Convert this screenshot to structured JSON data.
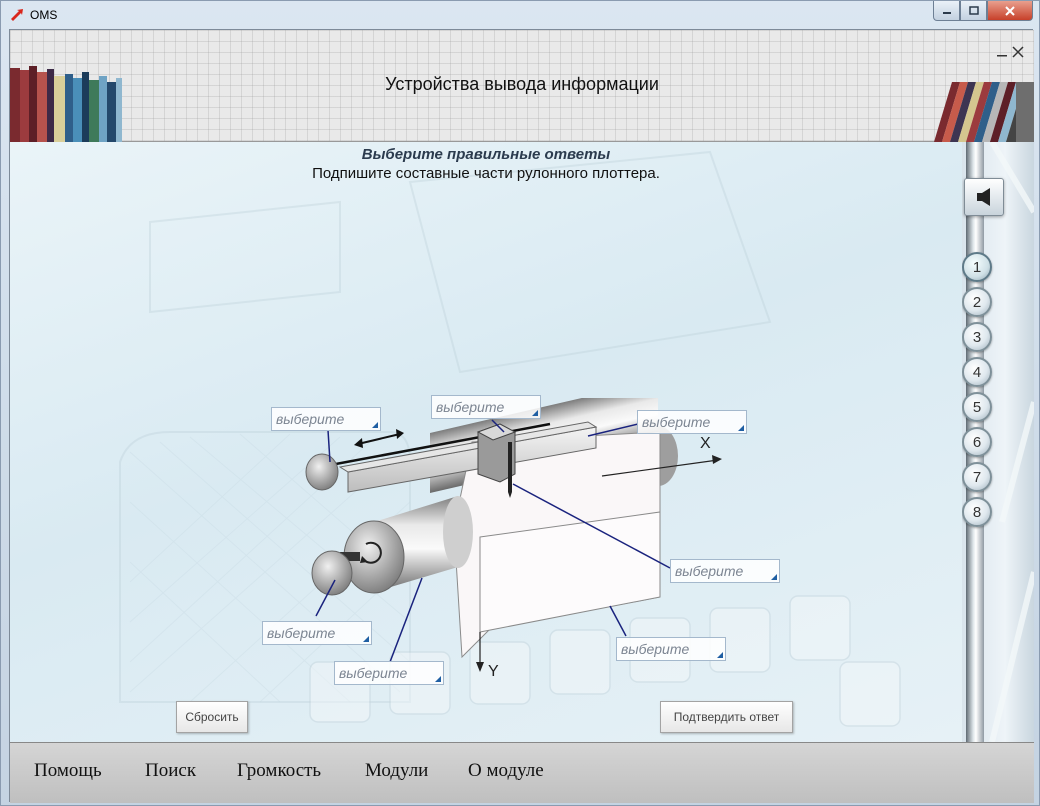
{
  "window": {
    "app_title": "OMS",
    "controls": {
      "minimize": "minimize-icon",
      "maximize": "maximize-icon",
      "close": "close-icon"
    }
  },
  "header": {
    "title": "Устройства вывода информации"
  },
  "question": {
    "heading": "Выберите правильные ответы",
    "text": "Подпишите составные части рулонного плоттера."
  },
  "diagram": {
    "axis_x": "X",
    "axis_y": "Y"
  },
  "dropdowns": [
    {
      "id": "motor-top",
      "value": "выберите"
    },
    {
      "id": "pen-head",
      "value": "выберите"
    },
    {
      "id": "guide-rail",
      "value": "выберите"
    },
    {
      "id": "pen",
      "value": "выберите"
    },
    {
      "id": "motor-bottom",
      "value": "выберите"
    },
    {
      "id": "roller",
      "value": "выберите"
    },
    {
      "id": "paper",
      "value": "выберите"
    }
  ],
  "buttons": {
    "reset": "Сбросить",
    "confirm": "Подтвердить ответ"
  },
  "rail": {
    "sound_icon": "speaker-icon",
    "pages": [
      "1",
      "2",
      "3",
      "4",
      "5",
      "6",
      "7",
      "8"
    ],
    "active_page": "1"
  },
  "footer_menu": [
    {
      "label": "Помощь"
    },
    {
      "label": "Поиск"
    },
    {
      "label": "Громкость"
    },
    {
      "label": "Модули"
    },
    {
      "label": "О модуле"
    }
  ],
  "colors": {
    "accent_blue": "#1f5fa3",
    "leader_line": "#1a237e",
    "header_bg": "#e9e9e9",
    "footer_bg": "#c9c9c9"
  }
}
